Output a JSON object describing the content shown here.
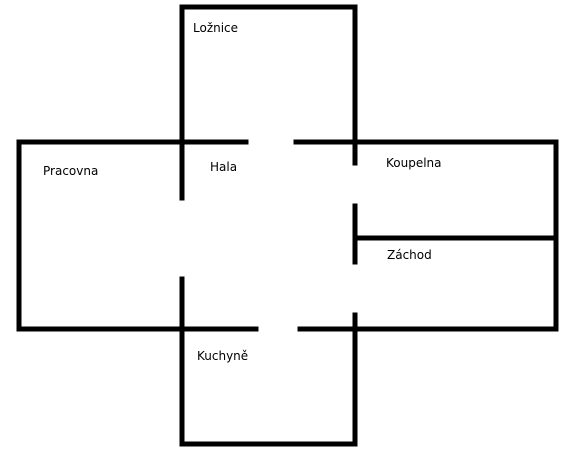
{
  "rooms": {
    "loznice": "Ložnice",
    "pracovna": "Pracovna",
    "hala": "Hala",
    "koupelna": "Koupelna",
    "zachod": "Záchod",
    "kuchyne": "Kuchyně"
  },
  "colors": {
    "wall": "#000000",
    "background": "#ffffff",
    "text": "#000000"
  }
}
